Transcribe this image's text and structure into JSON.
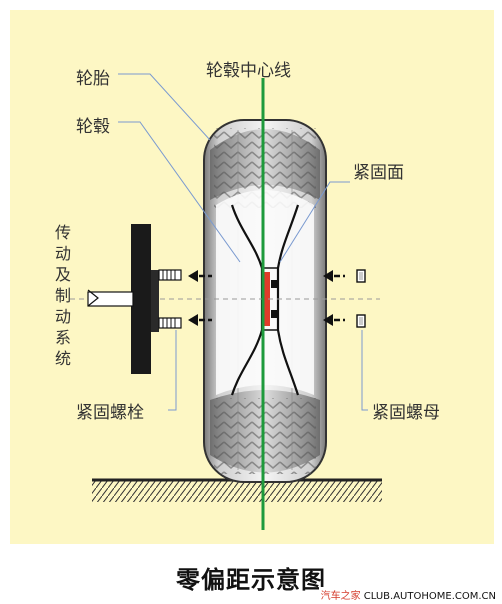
{
  "title": "零偏距示意图",
  "labels": {
    "tire": "轮胎",
    "hub": "轮毂",
    "hub_centerline": "轮毂中心线",
    "mounting_face": "紧固面",
    "drive_brake_system": [
      "传",
      "动",
      "及",
      "制",
      "动",
      "系",
      "统"
    ],
    "lug_bolt": "紧固螺栓",
    "lug_nut": "紧固螺母"
  },
  "watermark": {
    "site_name": "汽车之家",
    "site_url": "CLUB.AUTOHOME.COM.CN"
  },
  "colors": {
    "background": "#fdf7c4",
    "centerline": "#1e9a3c",
    "mounting_face": "#e03b2a",
    "tire": "#d9d9d9",
    "text": "#333333"
  }
}
